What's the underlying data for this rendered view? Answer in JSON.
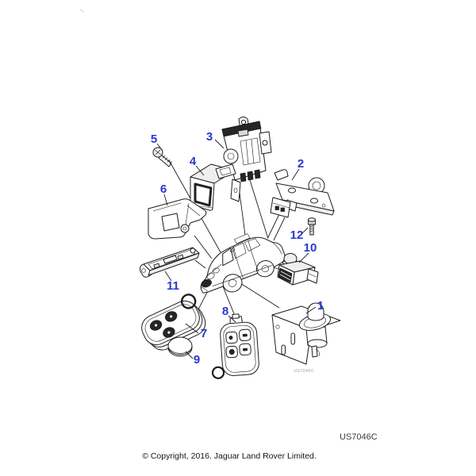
{
  "colors": {
    "background": "#ffffff",
    "line_art": "#1c1c1c",
    "callout_blue": "#2538cf",
    "watermark_gray": "#a3a3a3"
  },
  "diagram": {
    "callouts": [
      {
        "number": "1"
      },
      {
        "number": "2"
      },
      {
        "number": "3"
      },
      {
        "number": "4"
      },
      {
        "number": "5"
      },
      {
        "number": "6"
      },
      {
        "number": "7"
      },
      {
        "number": "8"
      },
      {
        "number": "9"
      },
      {
        "number": "10"
      },
      {
        "number": "11"
      },
      {
        "number": "12"
      }
    ],
    "part_code_watermark": "US7046C"
  },
  "footer": {
    "figure_code": "US7046C",
    "copyright": "© Copyright, 2016. Jaguar Land Rover Limited."
  }
}
